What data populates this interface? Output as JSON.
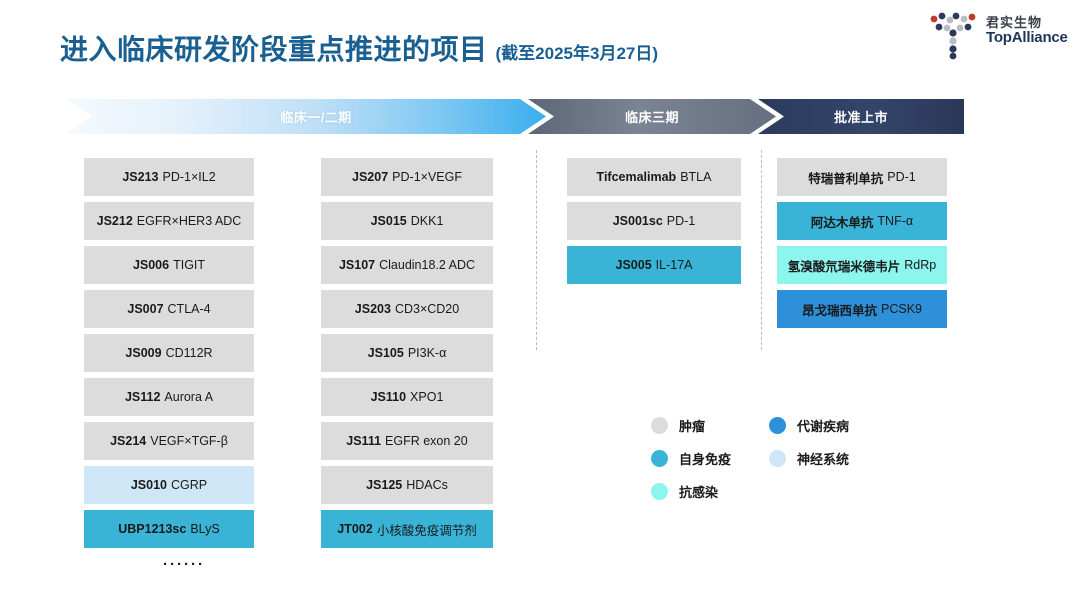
{
  "header": {
    "title_main": "进入临床研发阶段重点推进的项目",
    "title_sub": "(截至2025年3月27日)"
  },
  "logo": {
    "cn": "君实生物",
    "en": "TopAlliance"
  },
  "phases": [
    {
      "id": "phase-1-2",
      "label": "临床一/二期"
    },
    {
      "id": "phase-3",
      "label": "临床三期"
    },
    {
      "id": "approved",
      "label": "批准上市"
    }
  ],
  "columns": [
    {
      "phase": "临床一/二期",
      "cards": [
        {
          "code": "JS213",
          "target": "PD-1×IL2",
          "category": "onc"
        },
        {
          "code": "JS212",
          "target": "EGFR×HER3 ADC",
          "category": "onc"
        },
        {
          "code": "JS006",
          "target": "TIGIT",
          "category": "onc"
        },
        {
          "code": "JS007",
          "target": "CTLA-4",
          "category": "onc"
        },
        {
          "code": "JS009",
          "target": "CD112R",
          "category": "onc"
        },
        {
          "code": "JS112",
          "target": "Aurora A",
          "category": "onc"
        },
        {
          "code": "JS214",
          "target": "VEGF×TGF-β",
          "category": "onc"
        },
        {
          "code": "JS010",
          "target": "CGRP",
          "category": "neuro"
        },
        {
          "code": "UBP1213sc",
          "target": "BLyS",
          "category": "auto"
        }
      ]
    },
    {
      "phase": "临床一/二期",
      "cards": [
        {
          "code": "JS207",
          "target": "PD-1×VEGF",
          "category": "onc"
        },
        {
          "code": "JS015",
          "target": "DKK1",
          "category": "onc"
        },
        {
          "code": "JS107",
          "target": "Claudin18.2 ADC",
          "category": "onc"
        },
        {
          "code": "JS203",
          "target": "CD3×CD20",
          "category": "onc"
        },
        {
          "code": "JS105",
          "target": "PI3K-α",
          "category": "onc"
        },
        {
          "code": "JS110",
          "target": "XPO1",
          "category": "onc"
        },
        {
          "code": "JS111",
          "target": "EGFR exon 20",
          "category": "onc"
        },
        {
          "code": "JS125",
          "target": "HDACs",
          "category": "onc"
        },
        {
          "code": "JT002",
          "target": "小核酸免疫调节剂",
          "category": "auto"
        }
      ]
    },
    {
      "phase": "临床三期",
      "cards": [
        {
          "code": "Tifcemalimab",
          "target": "BTLA",
          "category": "onc"
        },
        {
          "code": "JS001sc",
          "target": "PD-1",
          "category": "onc"
        },
        {
          "code": "JS005",
          "target": "IL-17A",
          "category": "auto"
        }
      ]
    },
    {
      "phase": "批准上市",
      "cards": [
        {
          "code": "特瑞普利单抗",
          "target": "PD-1",
          "category": "onc"
        },
        {
          "code": "阿达木单抗",
          "target": "TNF-α",
          "category": "auto"
        },
        {
          "code": "氢溴酸氘瑞米德韦片",
          "target": "RdRp",
          "category": "infect"
        },
        {
          "code": "昂戈瑞西单抗",
          "target": "PCSK9",
          "category": "metab"
        }
      ]
    }
  ],
  "legend": [
    {
      "label": "肿瘤",
      "category": "onc",
      "color": "#dcdcdc"
    },
    {
      "label": "代谢疾病",
      "category": "metab",
      "color": "#2d90d8"
    },
    {
      "label": "自身免疫",
      "category": "auto",
      "color": "#3ab4d6"
    },
    {
      "label": "神经系统",
      "category": "neuro",
      "color": "#cfe6f7"
    },
    {
      "label": "抗感染",
      "category": "infect",
      "color": "#8bf5ee"
    }
  ],
  "more_indicator": "······",
  "colors": {
    "title": "#1a5f92",
    "phase_1_2": "#3aaeee",
    "phase_3": "#7b8494",
    "approved": "#2b3a5c"
  }
}
